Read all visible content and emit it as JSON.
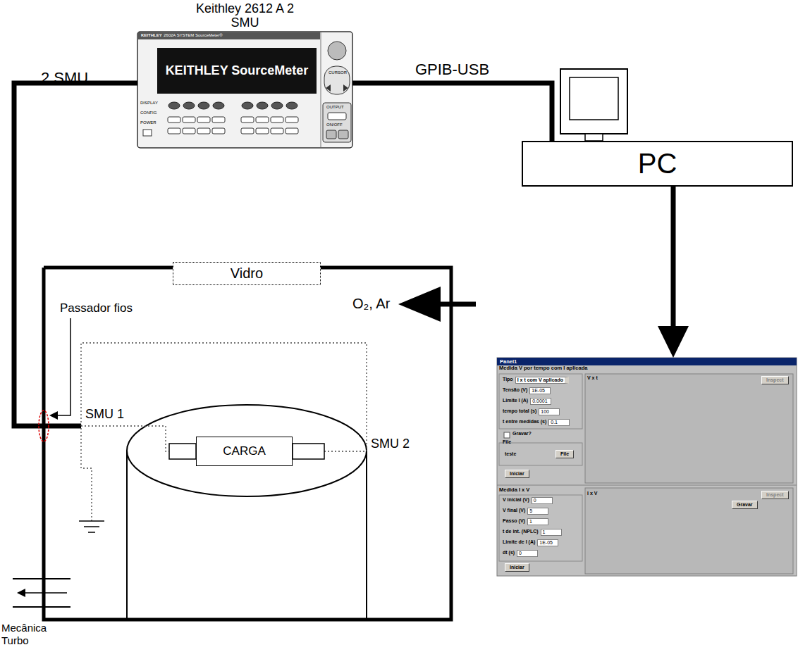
{
  "diagram": {
    "nodes": [
      {
        "text": [
          "Keithley 2612 A 2 SMU",
          "KEITHLEY SourceMeter"
        ]
      },
      {
        "text": [
          "PC"
        ]
      },
      {
        "text": [
          "Vidro"
        ]
      },
      {
        "text": [
          "Panel1"
        ]
      },
      {
        "text": [
          "CARGA"
        ]
      }
    ],
    "edges": [
      {
        "from": 0,
        "to": 1,
        "arrow": "none",
        "label": "GPIB-USB"
      },
      {
        "from": 1,
        "to": 3,
        "arrow": "to"
      }
    ],
    "labels": [
      "2 SMU",
      "DISPLAY",
      "CONFIG",
      "POWER",
      "CURSOR",
      "OUTPUT",
      "ON/OFF",
      "O₂, Ar",
      "Passador fios",
      "SMU 1",
      "SMU 2",
      "Mecânica Turbo",
      "Medida V por tempo com I aplicada",
      "Tipo",
      "I x t com V aplicado",
      "Tensão (V)",
      "1E-05",
      "Limite I (A)",
      "0.0001",
      "tempo total (s)",
      "100",
      "t entre medidas (s)",
      "0.1",
      "Gravar?",
      "File",
      "teste",
      "File",
      "Iniciar",
      "V x t",
      "Inspect",
      "Medida I x V",
      "I x V",
      "Gravar",
      "Inspect",
      "V inicial (V)",
      "0",
      "V final (V)",
      "5",
      "Passo (V)",
      "1",
      "t de int. (NPLC)",
      "1",
      "Limite de I (A)",
      "1E-05",
      "dt (s)",
      "0",
      "Iniciar",
      "KEITHLEY",
      "2602A SYSTEM SourceMeter®"
    ]
  }
}
